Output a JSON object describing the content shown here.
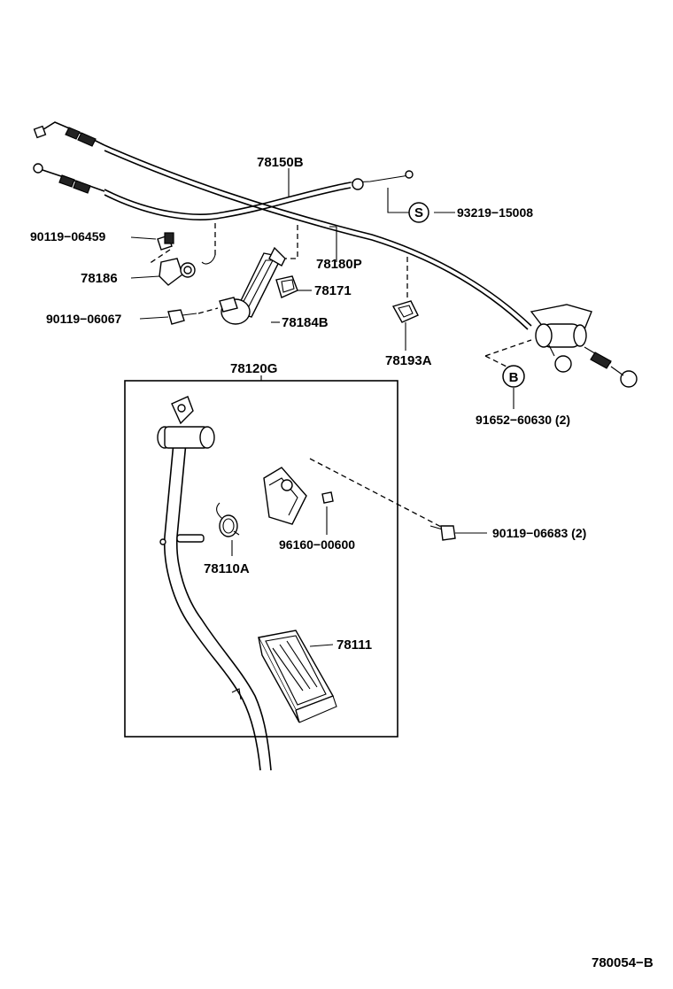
{
  "diagram": {
    "labels": {
      "p78150B": "78150B",
      "p93219": "93219−15008",
      "p90119_06459": "90119−06459",
      "p78180P": "78180P",
      "p78186": "78186",
      "p78171": "78171",
      "p90119_06067": "90119−06067",
      "p78184B": "78184B",
      "p78193A": "78193A",
      "p78120G": "78120G",
      "p91652": "91652−60630 (2)",
      "p90119_06683": "90119−06683 (2)",
      "p96160": "96160−00600",
      "p78110A": "78110A",
      "p78111": "78111",
      "ref_code": "780054−B"
    },
    "markers": {
      "s": "S",
      "b": "B"
    }
  }
}
